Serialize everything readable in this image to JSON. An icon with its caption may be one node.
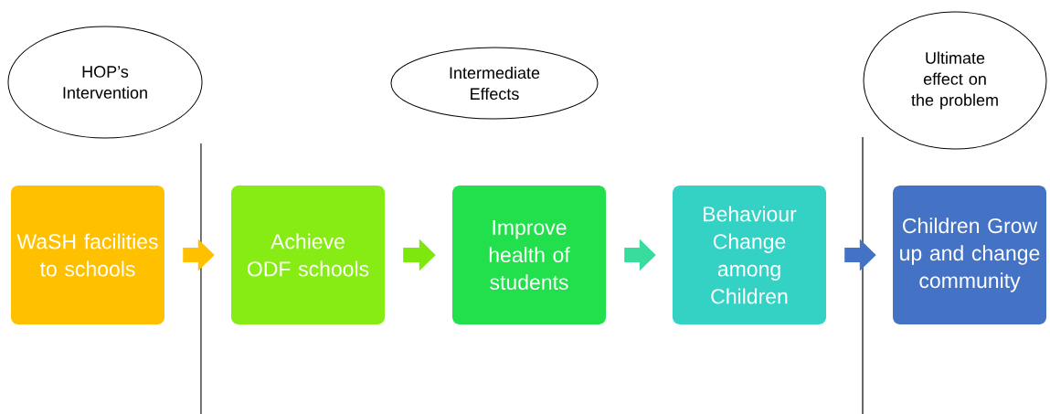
{
  "diagram": {
    "nodes": [
      {
        "text": [
          "HOP’s Intervention"
        ]
      },
      {
        "text": [
          "Intermediate Effects"
        ]
      },
      {
        "text": [
          "Ultimate effect on the problem"
        ]
      },
      {
        "text": [
          "WaSH facilities to schools"
        ]
      },
      {
        "text": [
          "Achieve ODF schools"
        ]
      },
      {
        "text": [
          "Improve health of students"
        ]
      },
      {
        "text": [
          "Behaviour Change among Children"
        ]
      },
      {
        "text": [
          "Children Grow up and change community"
        ]
      }
    ],
    "edges": [
      {
        "from": 3,
        "to": 4,
        "arrow": "to",
        "color": "#ffc000"
      },
      {
        "from": 4,
        "to": 5,
        "arrow": "to",
        "color": "#7ee80e"
      },
      {
        "from": 5,
        "to": 6,
        "arrow": "to",
        "color": "#38dc9c"
      },
      {
        "from": 6,
        "to": 7,
        "arrow": "to",
        "color": "#4472c4"
      }
    ]
  }
}
